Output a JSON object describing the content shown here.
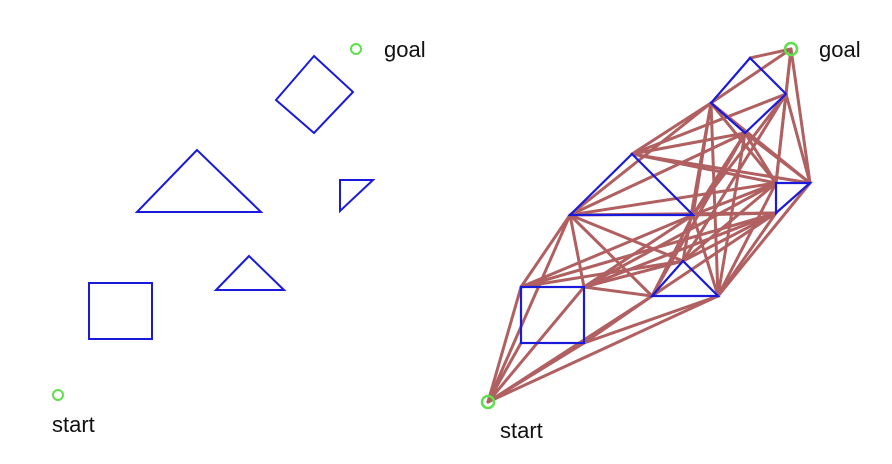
{
  "labels": {
    "goal_left": "goal",
    "start_left": "start",
    "goal_right": "goal",
    "start_right": "start"
  },
  "colors": {
    "obstacle": "#1a1adb",
    "marker": "#5fe04a",
    "edge": "#b06060",
    "background": "#ffffff"
  },
  "panels": [
    {
      "id": "problem",
      "description_of_content": "obstacles with start and goal"
    },
    {
      "id": "visibility-graph",
      "description_of_content": "visibility graph connecting start, goal and obstacle vertices"
    }
  ]
}
